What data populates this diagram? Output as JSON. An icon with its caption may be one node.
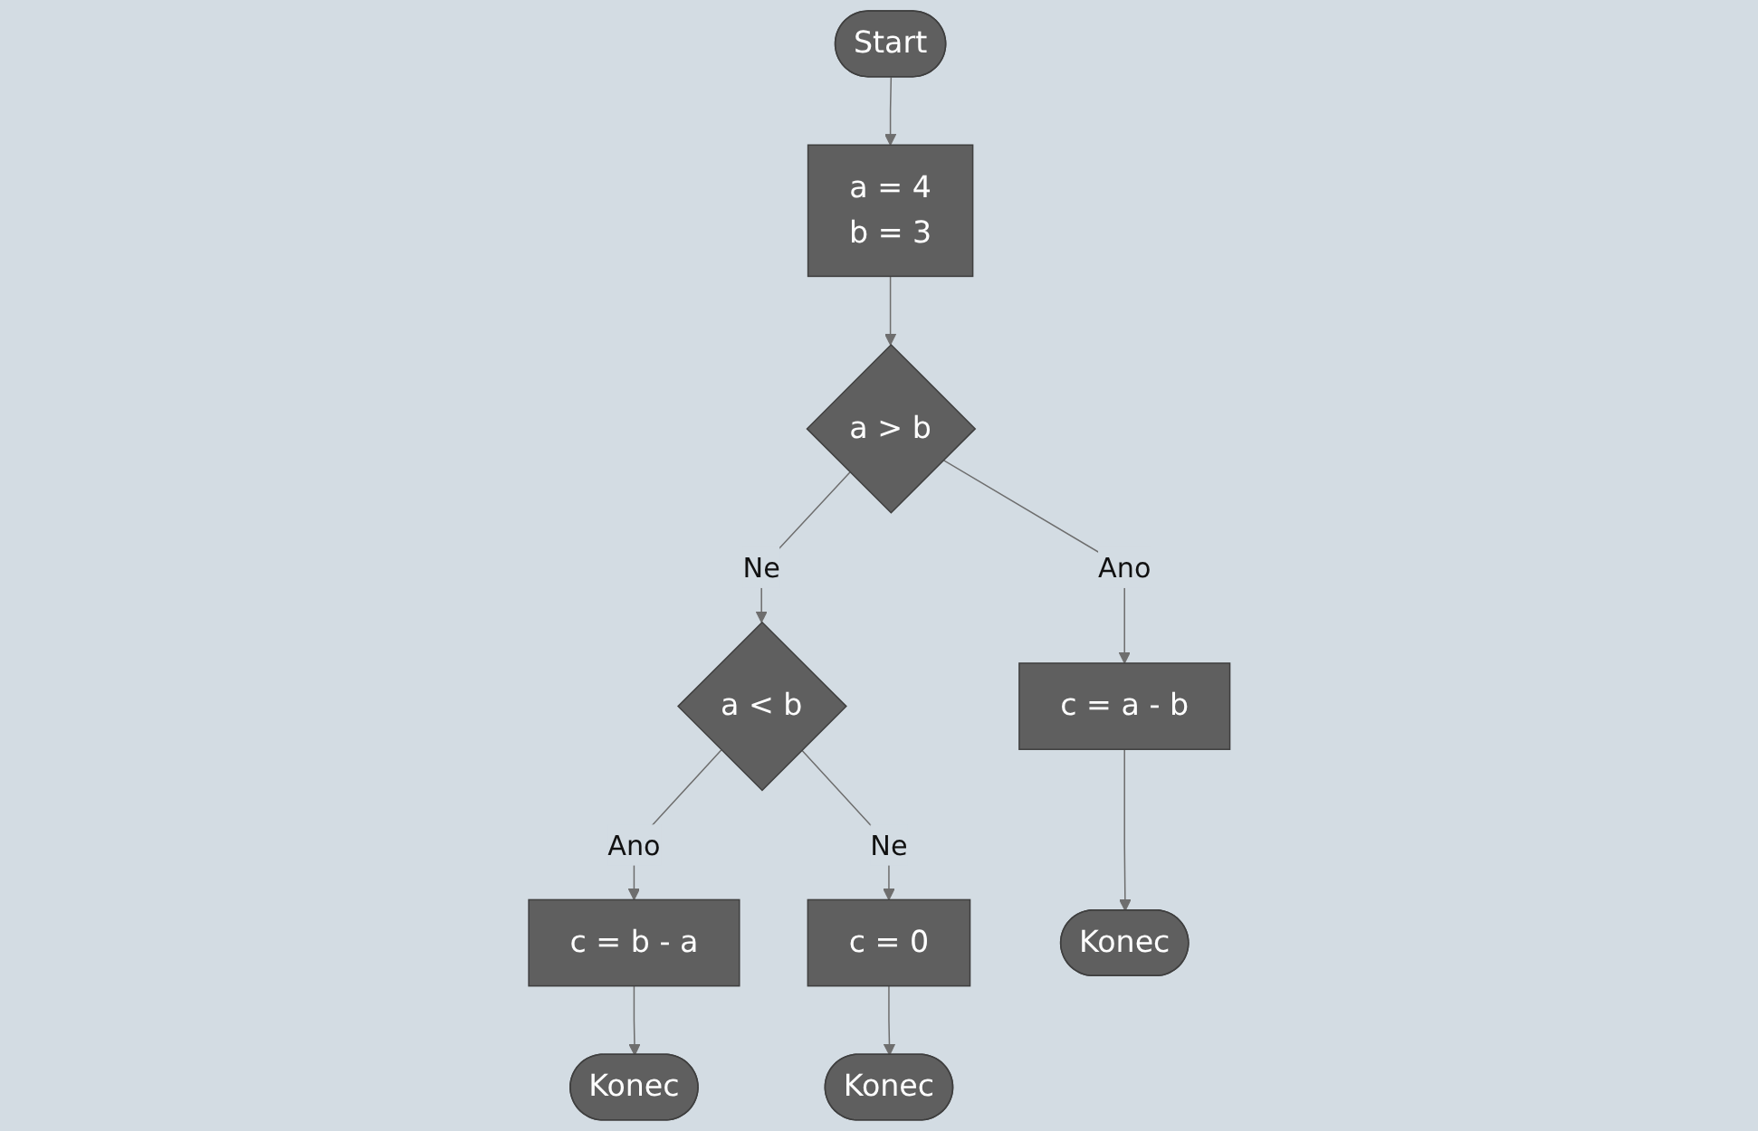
{
  "diagram": {
    "nodes": [
      {
        "text": [
          "Start"
        ]
      },
      {
        "text": [
          "a = 4",
          "b = 3"
        ]
      },
      {
        "text": [
          "a > b"
        ]
      },
      {
        "text": [
          "a < b"
        ]
      },
      {
        "text": [
          "c = a - b"
        ]
      },
      {
        "text": [
          "c = b - a"
        ]
      },
      {
        "text": [
          "c = 0"
        ]
      },
      {
        "text": [
          "Konec"
        ]
      },
      {
        "text": [
          "Konec"
        ]
      },
      {
        "text": [
          "Konec"
        ]
      }
    ],
    "edges": [
      {
        "from": 0,
        "to": 1,
        "arrow": "to"
      },
      {
        "from": 1,
        "to": 2,
        "arrow": "to"
      },
      {
        "from": 2,
        "to": 3,
        "arrow": "to",
        "label": "Ne"
      },
      {
        "from": 2,
        "to": 4,
        "arrow": "to",
        "label": "Ano"
      },
      {
        "from": 3,
        "to": 5,
        "arrow": "to",
        "label": "Ano"
      },
      {
        "from": 3,
        "to": 6,
        "arrow": "to",
        "label": "Ne"
      },
      {
        "from": 4,
        "to": 7,
        "arrow": "to"
      },
      {
        "from": 5,
        "to": 8,
        "arrow": "to"
      },
      {
        "from": 6,
        "to": 9,
        "arrow": "to"
      }
    ]
  }
}
